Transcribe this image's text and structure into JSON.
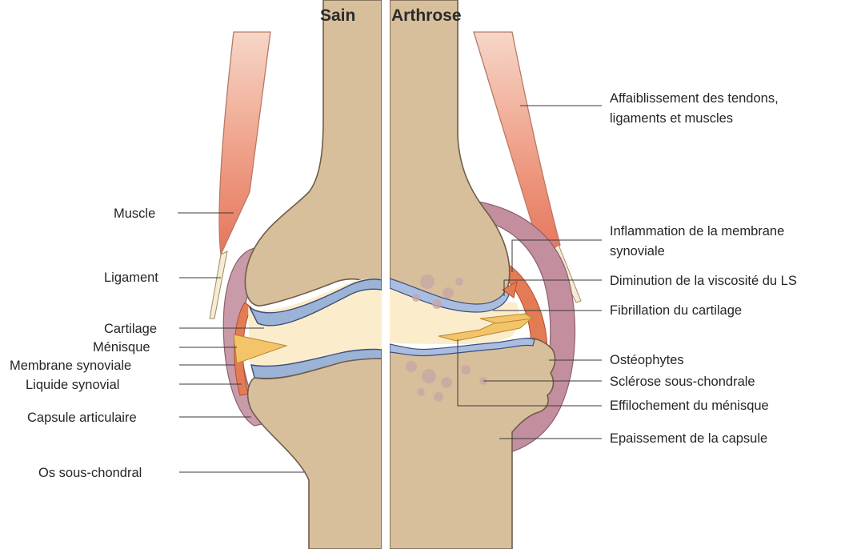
{
  "headers": {
    "left": "Sain",
    "right": "Arthrose"
  },
  "labels_left": [
    "Muscle",
    "Ligament",
    "Cartilage",
    "Ménisque",
    "Membrane synoviale",
    "Liquide synovial",
    "Capsule articulaire",
    "Os sous-chondral"
  ],
  "labels_right": {
    "tendons": [
      "Affaiblissement des tendons,",
      "ligaments et muscles"
    ],
    "inflammation": [
      "Inflammation de la membrane",
      "synoviale"
    ],
    "viscosity": "Diminution de la viscosité du LS",
    "fibrillation": "Fibrillation du cartilage",
    "osteophytes": "Ostéophytes",
    "sclerosis": "Sclérose sous-chondrale",
    "meniscus_fraying": "Effilochement du ménisque",
    "capsule_thickening": "Epaissement de la capsule"
  },
  "colors": {
    "bone": "#d8bf9c",
    "cartilage": "#9bb3d6",
    "capsule": "#c99aa8",
    "synovial_membrane": "#e37c54",
    "synovial_fluid": "#fbedcc",
    "meniscus": "#f3c46a",
    "muscle": "#ec9c86"
  }
}
